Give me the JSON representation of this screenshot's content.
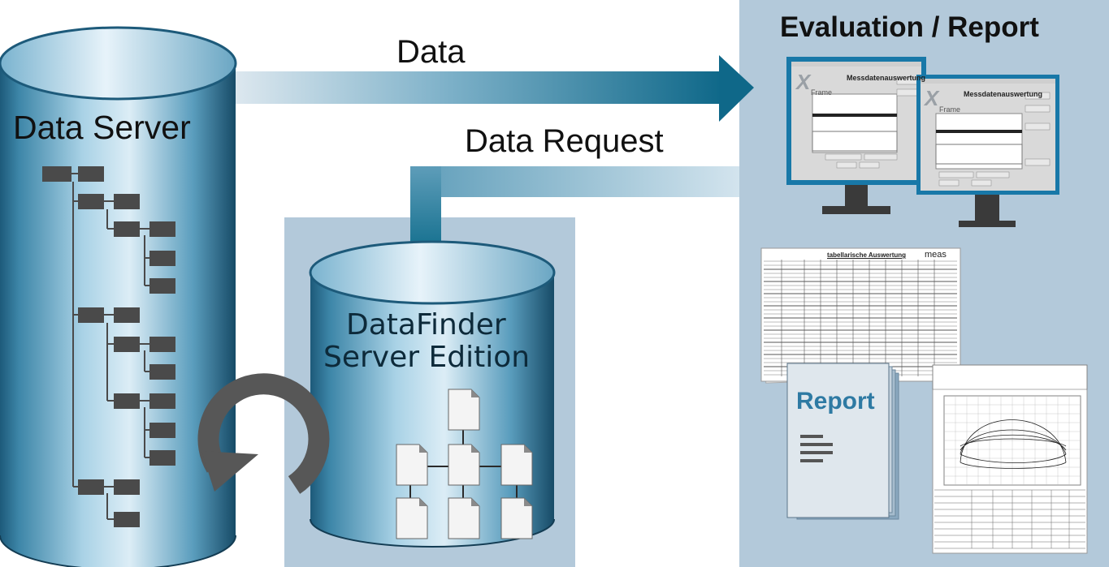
{
  "labels": {
    "data": "Data",
    "data_request": "Data Request",
    "evaluation_report": "Evaluation / Report",
    "data_server": "Data Server",
    "datafinder_line1": "DataFinder",
    "datafinder_line2": "Server Edition",
    "report": "Report"
  },
  "monitors": {
    "title": "Messdatenauswertung",
    "logo": "X",
    "logo_sub": "Frame"
  },
  "table_doc": {
    "title": "tabellarische Auswertung",
    "brand": "meas"
  },
  "colors": {
    "panel": "#b3c9da",
    "arrow_dark": "#126e8d",
    "cylinder_dark": "#174b67",
    "node": "#4a4a4a",
    "refresh_arrow": "#575757",
    "report_text": "#2e7aa3",
    "monitor_frame": "#1878a8"
  }
}
